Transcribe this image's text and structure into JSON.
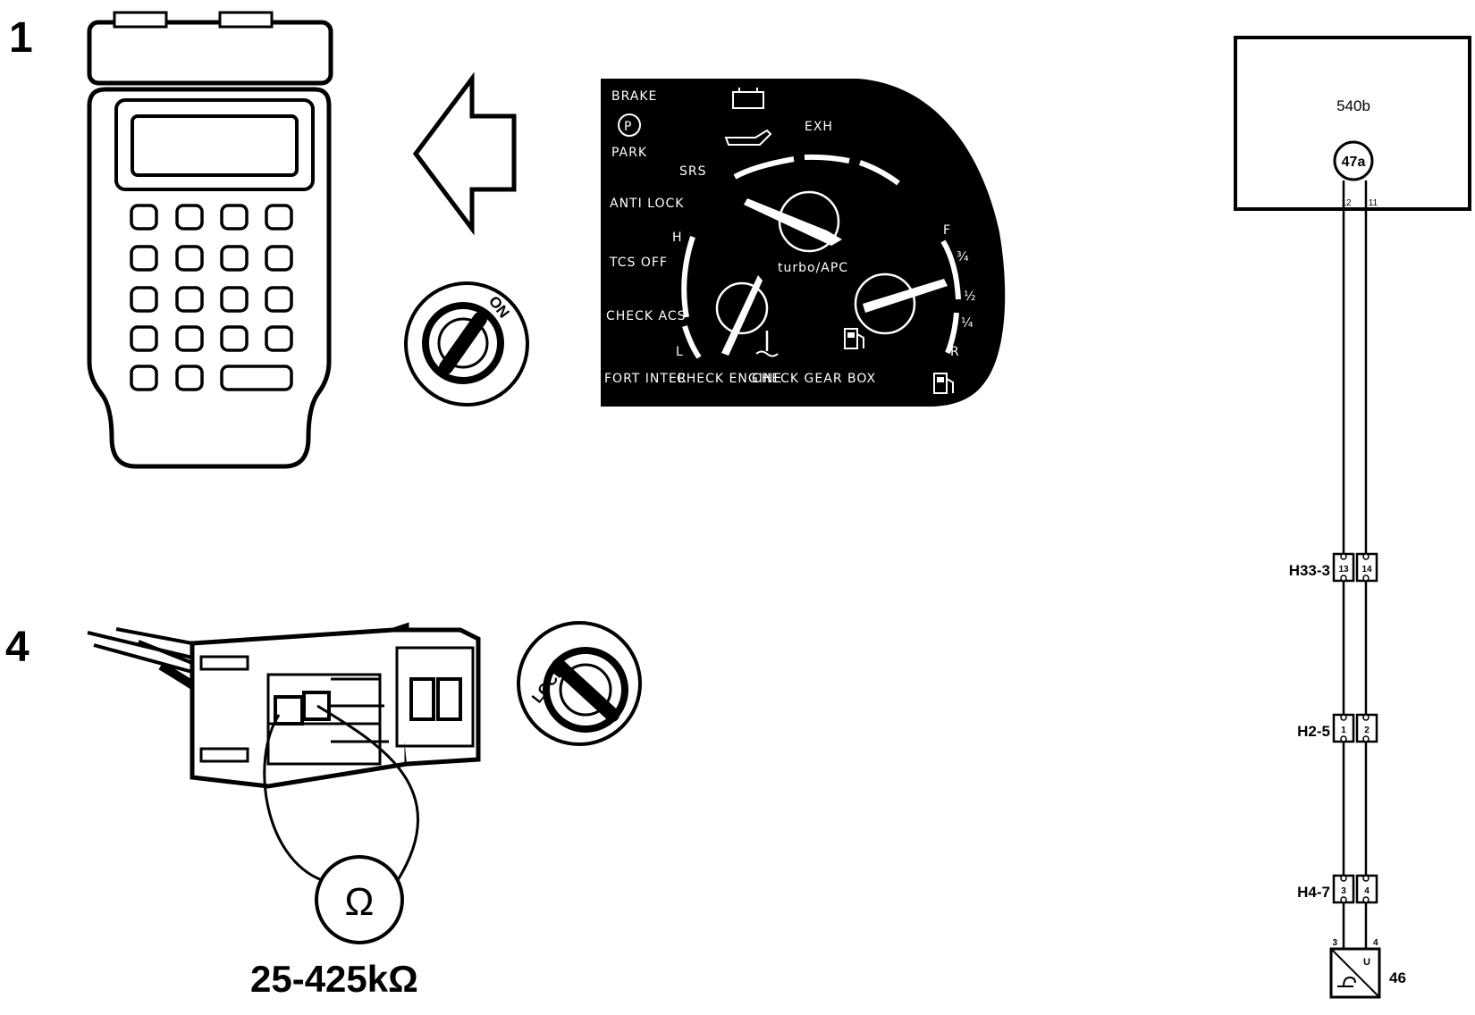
{
  "steps": {
    "one": "1",
    "four": "4"
  },
  "ignition": {
    "on_label": "ON",
    "lock_label": "LOCK"
  },
  "instrument_cluster": {
    "warnings": [
      "BRAKE",
      "PARK",
      "ANTI LOCK",
      "TCS OFF",
      "CHECK ACS",
      "FORT INTER"
    ],
    "exh": "EXH",
    "srs": "SRS",
    "temp_h": "H",
    "temp_l": "L",
    "turbo": "turbo/APC",
    "fuel_f": "F",
    "fuel_34": "¾",
    "fuel_12": "½",
    "fuel_14": "¼",
    "fuel_r": "R",
    "check_engine": "CHECK ENGINE",
    "check_gearbox": "CHECK GEAR BOX"
  },
  "measurement": {
    "ohm_symbol": "Ω",
    "resistance": "25-425kΩ"
  },
  "wiring": {
    "unit": "540b",
    "connector": "47a",
    "pin_12": "12",
    "pin_11": "11",
    "h33": {
      "label": "H33-3",
      "pin_a": "13",
      "pin_b": "14"
    },
    "h2": {
      "label": "H2-5",
      "pin_a": "1",
      "pin_b": "2"
    },
    "h4": {
      "label": "H4-7",
      "pin_a": "3",
      "pin_b": "4"
    },
    "sensor_pin_3": "3",
    "sensor_pin_4": "4",
    "sensor_u": "U",
    "sensor_id": "46"
  }
}
